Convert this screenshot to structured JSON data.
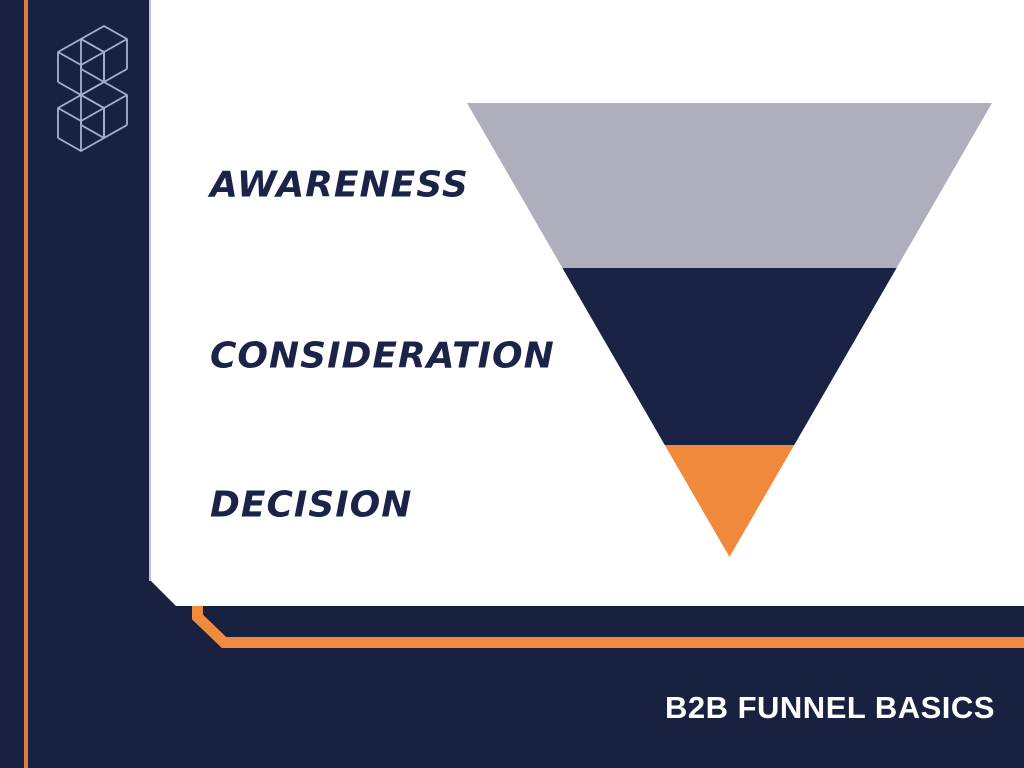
{
  "colors": {
    "background": "#18213F",
    "panel": "#FFFFFF",
    "accent_orange": "#EF8A3E",
    "stripe_orange": "#DE7B3E",
    "panel_edge": "#BBC3DE",
    "logo_stroke": "#A9AECB",
    "label_text": "#1B2348",
    "footer_text": "#FFFFFF"
  },
  "logo": {
    "icon": "cube-stack-logo"
  },
  "funnel": {
    "type": "funnel",
    "direction": "inverted-triangle",
    "stages": [
      {
        "label": "AWARENESS",
        "color": "#AFAEBC"
      },
      {
        "label": "CONSIDERATION",
        "color": "#1A2346"
      },
      {
        "label": "DECISION",
        "color": "#F1893C"
      }
    ]
  },
  "footer": {
    "title": "B2B FUNNEL BASICS"
  }
}
